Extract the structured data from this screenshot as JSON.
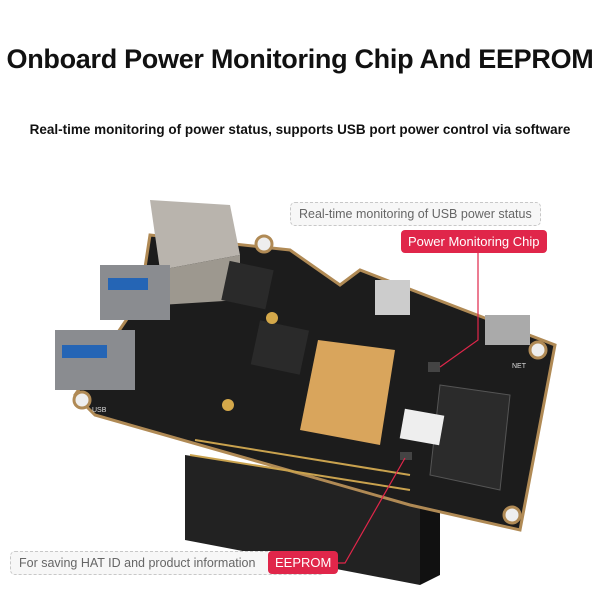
{
  "title": "Onboard Power Monitoring Chip And EEPROM",
  "subtitle": "Real-time monitoring of power status, supports USB port power control via software",
  "callouts": {
    "usb_note": "Real-time monitoring of USB power status",
    "power_chip_tag": "Power Monitoring Chip",
    "eeprom_note": "For saving HAT ID and product information",
    "eeprom_tag": "EEPROM"
  },
  "board_labels": {
    "usb": "USB",
    "net": "NET"
  },
  "colors": {
    "accent": "#e0264a",
    "board": "#1c1c1c",
    "gold": "#d9a55c"
  }
}
